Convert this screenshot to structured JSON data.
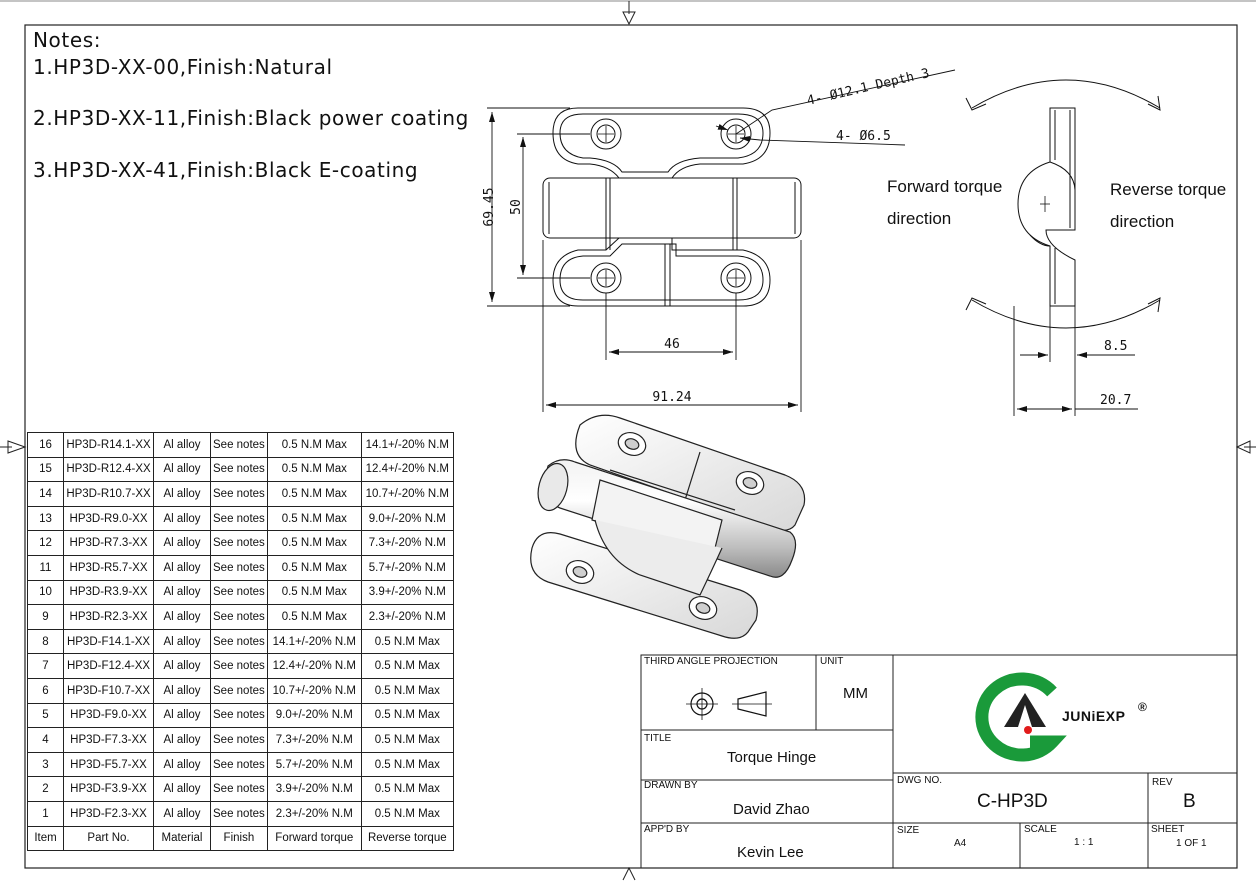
{
  "notes": {
    "heading": "Notes:",
    "items": [
      "1.HP3D-XX-00,Finish:Natural",
      "2.HP3D-XX-11,Finish:Black power coating",
      "3.HP3D-XX-41,Finish:Black E-coating"
    ]
  },
  "dimensions": {
    "height_overall": "69.45",
    "height_holes": "50",
    "hole_spacing": "46",
    "width_overall": "91.24",
    "counterbore": "4- Ø12.1 Depth 3",
    "through_hole": "4- Ø6.5",
    "side_inner": "8.5",
    "side_outer": "20.7"
  },
  "labels": {
    "forward": [
      "Forward torque",
      "direction"
    ],
    "reverse": [
      "Reverse torque",
      "direction"
    ]
  },
  "bom": {
    "headers": [
      "Item",
      "Part No.",
      "Material",
      "Finish",
      "Forward torque",
      "Reverse torque"
    ],
    "rows": [
      [
        "16",
        "HP3D-R14.1-XX",
        "Al alloy",
        "See notes",
        "0.5 N.M Max",
        "14.1+/-20% N.M"
      ],
      [
        "15",
        "HP3D-R12.4-XX",
        "Al alloy",
        "See notes",
        "0.5 N.M Max",
        "12.4+/-20% N.M"
      ],
      [
        "14",
        "HP3D-R10.7-XX",
        "Al alloy",
        "See notes",
        "0.5 N.M Max",
        "10.7+/-20% N.M"
      ],
      [
        "13",
        "HP3D-R9.0-XX",
        "Al alloy",
        "See notes",
        "0.5 N.M Max",
        "9.0+/-20% N.M"
      ],
      [
        "12",
        "HP3D-R7.3-XX",
        "Al alloy",
        "See notes",
        "0.5 N.M Max",
        "7.3+/-20% N.M"
      ],
      [
        "11",
        "HP3D-R5.7-XX",
        "Al alloy",
        "See notes",
        "0.5 N.M Max",
        "5.7+/-20% N.M"
      ],
      [
        "10",
        "HP3D-R3.9-XX",
        "Al alloy",
        "See notes",
        "0.5 N.M Max",
        "3.9+/-20% N.M"
      ],
      [
        "9",
        "HP3D-R2.3-XX",
        "Al alloy",
        "See notes",
        "0.5 N.M Max",
        "2.3+/-20% N.M"
      ],
      [
        "8",
        "HP3D-F14.1-XX",
        "Al alloy",
        "See notes",
        "14.1+/-20% N.M",
        "0.5 N.M Max"
      ],
      [
        "7",
        "HP3D-F12.4-XX",
        "Al alloy",
        "See notes",
        "12.4+/-20% N.M",
        "0.5 N.M Max"
      ],
      [
        "6",
        "HP3D-F10.7-XX",
        "Al alloy",
        "See notes",
        "10.7+/-20% N.M",
        "0.5 N.M Max"
      ],
      [
        "5",
        "HP3D-F9.0-XX",
        "Al alloy",
        "See notes",
        "9.0+/-20% N.M",
        "0.5 N.M Max"
      ],
      [
        "4",
        "HP3D-F7.3-XX",
        "Al alloy",
        "See notes",
        "7.3+/-20% N.M",
        "0.5 N.M Max"
      ],
      [
        "3",
        "HP3D-F5.7-XX",
        "Al alloy",
        "See notes",
        "5.7+/-20% N.M",
        "0.5 N.M Max"
      ],
      [
        "2",
        "HP3D-F3.9-XX",
        "Al alloy",
        "See notes",
        "3.9+/-20% N.M",
        "0.5 N.M Max"
      ],
      [
        "1",
        "HP3D-F2.3-XX",
        "Al alloy",
        "See notes",
        "2.3+/-20% N.M",
        "0.5 N.M Max"
      ]
    ]
  },
  "title_block": {
    "projection_label": "THIRD ANGLE PROJECTION",
    "unit_label": "UNIT",
    "unit_value": "MM",
    "title_label": "TITLE",
    "title_value": "Torque Hinge",
    "drawn_label": "DRAWN BY",
    "drawn_value": "David Zhao",
    "appd_label": "APP'D  BY",
    "appd_value": "Kevin Lee",
    "dwg_label": "DWG NO.",
    "dwg_value": "C-HP3D",
    "rev_label": "REV",
    "rev_value": "B",
    "size_label": "SIZE",
    "size_value": "A4",
    "scale_label": "SCALE",
    "scale_value": "1 : 1",
    "sheet_label": "SHEET",
    "sheet_value": "1 OF 1",
    "logo_text": "JUNiEXP",
    "logo_mark": "®"
  },
  "colors": {
    "logo_green": "#1a9a3a",
    "logo_red": "#e11b1b",
    "line": "#111111"
  }
}
